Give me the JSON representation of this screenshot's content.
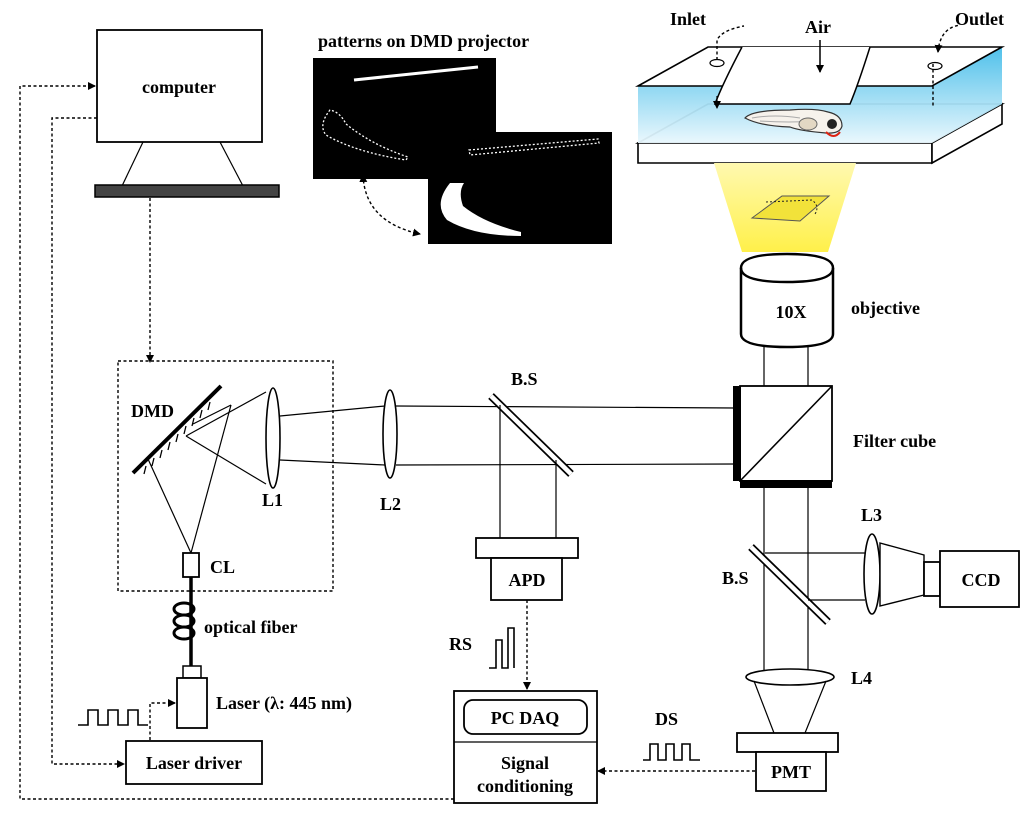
{
  "labels": {
    "computer": "computer",
    "patterns": "patterns on DMD projector",
    "inlet": "Inlet",
    "air": "Air",
    "outlet": "Outlet",
    "objective_mag": "10X",
    "objective": "objective",
    "dmd": "DMD",
    "l1": "L1",
    "l2": "L2",
    "bs_top": "B.S",
    "filter_cube": "Filter cube",
    "cl": "CL",
    "optical_fiber": "optical fiber",
    "apd": "APD",
    "l3": "L3",
    "ccd": "CCD",
    "bs_right": "B.S",
    "rs": "RS",
    "l4": "L4",
    "laser": "Laser (λ: 445 nm)",
    "pc_daq": "PC DAQ",
    "ds": "DS",
    "laser_driver": "Laser driver",
    "signal": "Signal",
    "conditioning": "conditioning",
    "pmt": "PMT"
  },
  "colors": {
    "stroke": "#000000",
    "microfluidic_blue": "#5cc8ee",
    "cone_yellow": "#fff27a",
    "pattern_yellow": "#f2e23a",
    "dmd_pattern_bg": "#000000"
  }
}
